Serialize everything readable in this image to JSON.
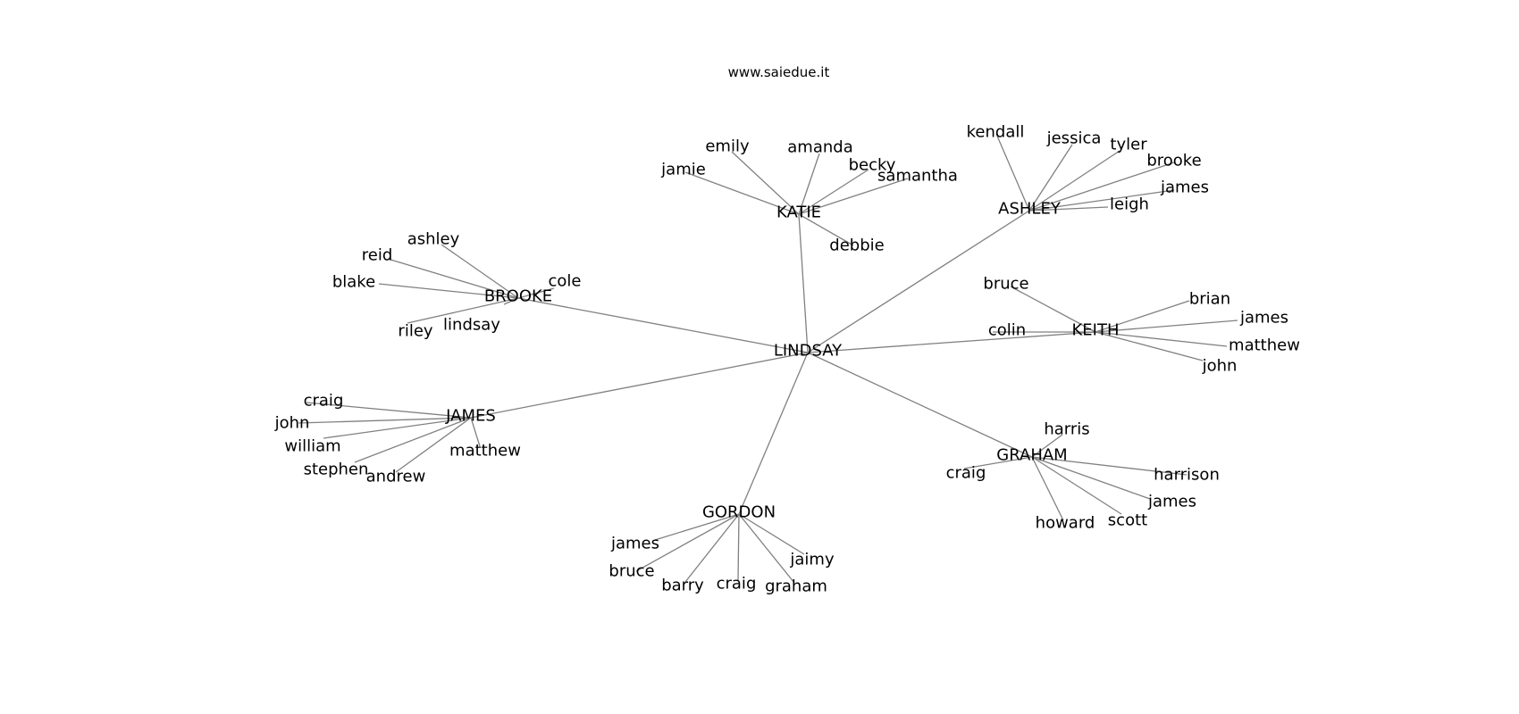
{
  "site": "www.saiedue.it",
  "graph": {
    "root": "LINDSAY",
    "hubs": [
      {
        "name": "BROOKE",
        "leaves": [
          "ashley",
          "reid",
          "blake",
          "cole",
          "lindsay",
          "riley"
        ]
      },
      {
        "name": "KATIE",
        "leaves": [
          "emily",
          "amanda",
          "jamie",
          "becky",
          "samantha",
          "debbie"
        ]
      },
      {
        "name": "ASHLEY",
        "leaves": [
          "kendall",
          "jessica",
          "tyler",
          "brooke",
          "james",
          "leigh"
        ]
      },
      {
        "name": "KEITH",
        "leaves": [
          "bruce",
          "brian",
          "james",
          "colin",
          "matthew",
          "john"
        ]
      },
      {
        "name": "JAMES",
        "leaves": [
          "craig",
          "john",
          "william",
          "stephen",
          "andrew",
          "matthew"
        ]
      },
      {
        "name": "GORDON",
        "leaves": [
          "james",
          "bruce",
          "barry",
          "craig",
          "graham",
          "jaimy"
        ]
      },
      {
        "name": "GRAHAM",
        "leaves": [
          "harris",
          "craig",
          "harrison",
          "james",
          "scott",
          "howard"
        ]
      }
    ]
  }
}
